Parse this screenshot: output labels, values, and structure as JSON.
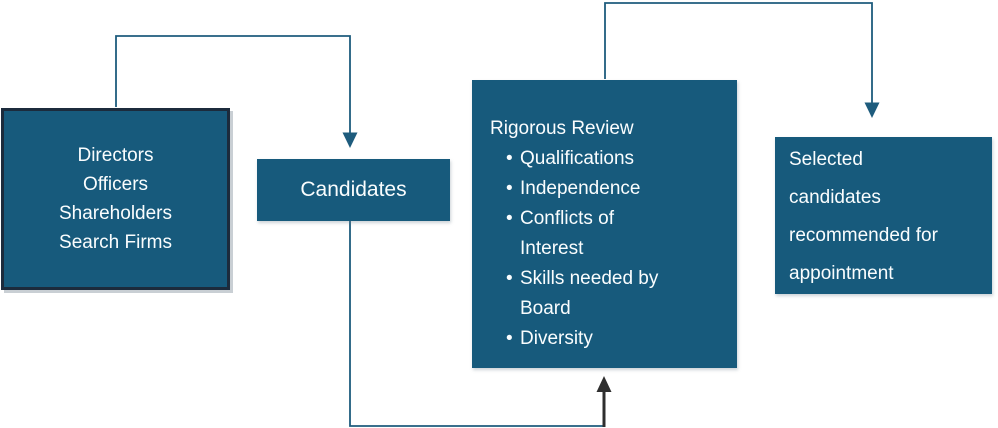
{
  "diagram": {
    "colors": {
      "background": "#ffffff",
      "box_fill": "#175a7c",
      "sources_border": "#1c2b3c",
      "connector_teal": "#1e5c7d",
      "connector_black": "#2f2f2f",
      "text": "#fafdfe"
    },
    "bullet_glyph": "•",
    "boxes": {
      "sources": {
        "lines": [
          "Directors",
          "Officers",
          "Shareholders",
          "Search Firms"
        ]
      },
      "candidates": {
        "label": "Candidates"
      },
      "review": {
        "title": "Rigorous Review",
        "bullets": [
          "Qualifications",
          "Independence",
          "Conflicts of\nInterest",
          "Skills needed by\nBoard",
          "Diversity"
        ]
      },
      "selected": {
        "lines": [
          "Selected",
          "candidates",
          "recommended for",
          "appointment"
        ]
      }
    }
  }
}
